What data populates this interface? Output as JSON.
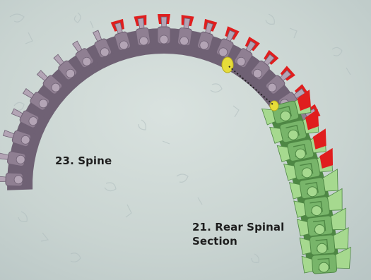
{
  "labels": {
    "spine": "23. Spine",
    "rear_line1": "21. Rear Spinal",
    "rear_line2": "Section"
  },
  "colors": {
    "background": "#c8d3d0",
    "spine_body": "#8f7f92",
    "spine_dark": "#6f6174",
    "spine_light": "#b3a4b5",
    "rear_body": "#78b56a",
    "rear_dark": "#4e8744",
    "rear_light": "#a6d98f",
    "plate": "#e01e1e",
    "joint": "#e6dc3a",
    "text": "#1e1e1e"
  }
}
